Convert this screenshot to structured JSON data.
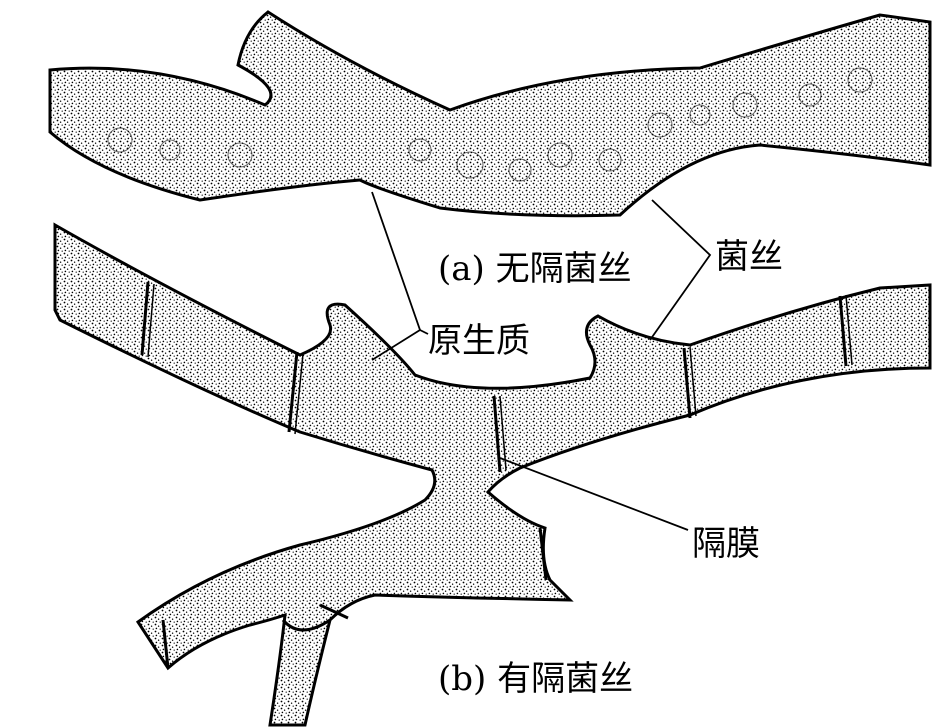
{
  "labels": {
    "caption_a": "(a) 无隔菌丝",
    "caption_b": "(b) 有隔菌丝",
    "hypha": "菌丝",
    "protoplasm": "原生质",
    "septum": "隔膜"
  },
  "colors": {
    "outline": "#000000",
    "stipple": "#000000",
    "background": "#ffffff"
  }
}
